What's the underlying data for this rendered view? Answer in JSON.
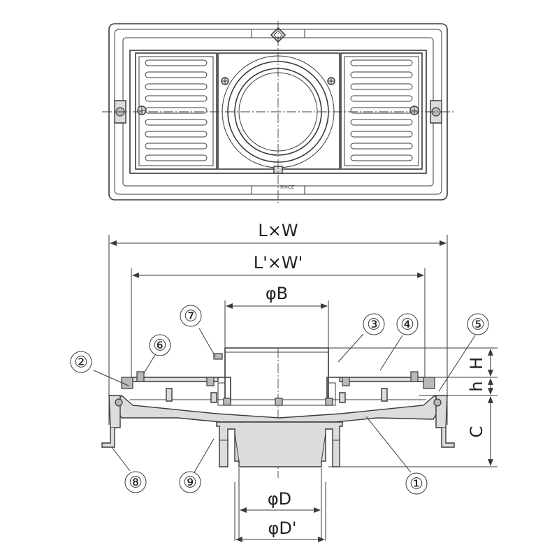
{
  "top_view": {
    "marking": "RMCE"
  },
  "dimensions": {
    "overall": "L×W",
    "inner": "L'×W'",
    "top_diameter": "φB",
    "bottom_diameter": "φD",
    "outer_bottom_diameter": "φD'",
    "height_H": "H",
    "height_h": "h",
    "height_C": "C"
  },
  "callouts": [
    "①",
    "②",
    "③",
    "④",
    "⑤",
    "⑥",
    "⑦",
    "⑧",
    "⑨"
  ]
}
